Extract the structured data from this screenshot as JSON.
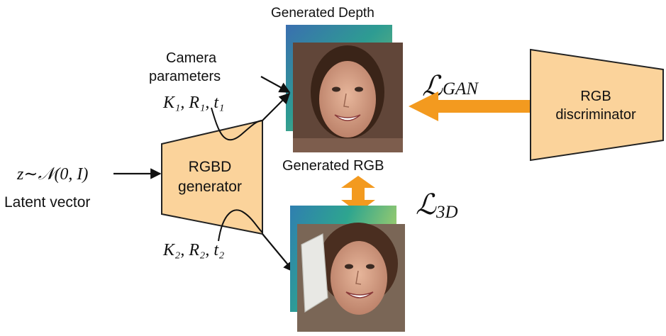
{
  "labels": {
    "generated_depth": "Generated Depth",
    "camera_params_line1": "Camera",
    "camera_params_line2": "parameters",
    "cam1_math": "K₁, R₁, t₁",
    "cam2_math": "K₂, R₂, t₂",
    "loss_gan": "ℒGAN",
    "loss_gan_main": "ℒ",
    "loss_gan_sub": "GAN",
    "loss_3d_main": "ℒ",
    "loss_3d_sub": "3D",
    "discriminator_line1": "RGB",
    "discriminator_line2": "discriminator",
    "generator_line1": "RGBD",
    "generator_line2": "generator",
    "generated_rgb": "Generated RGB",
    "latent_math": "z∼𝒩(0, I)",
    "latent_vector": "Latent vector"
  },
  "colors": {
    "block_fill": "#fbd39b",
    "block_stroke": "#222222",
    "orange_arrow": "#f39a1f",
    "depth_dark": "#2f4f8f",
    "depth_mid": "#3fa596",
    "depth_light": "#9ec76c"
  },
  "icons": {
    "face_top": "face-photo-icon",
    "face_bottom": "face-photo-icon"
  }
}
